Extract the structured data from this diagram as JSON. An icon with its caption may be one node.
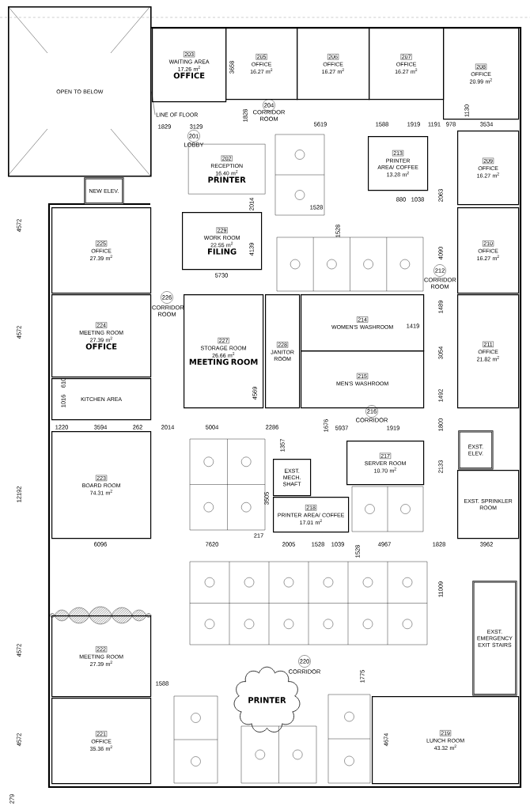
{
  "diagram": {
    "nodes": [
      {
        "text": [
          "OPEN TO BELOW"
        ]
      },
      {
        "text": [
          "LINE OF FLOOR"
        ]
      },
      {
        "text": [
          "NEW ELEV."
        ]
      },
      {
        "text": [
          "203",
          "WAITING AREA",
          "17.26 m$^{2}$",
          "OFFICE"
        ]
      },
      {
        "text": [
          "205",
          "OFFICE",
          "16.27 m$^{2}$"
        ]
      },
      {
        "text": [
          "206",
          "OFFICE",
          "16.27 m$^{2}$"
        ]
      },
      {
        "text": [
          "207",
          "OFFICE",
          "16.27 m$^{2}$"
        ]
      },
      {
        "text": [
          "208",
          "OFFICE",
          "20.99 m$^{2}$"
        ]
      },
      {
        "text": [
          "209",
          "OFFICE",
          "16.27 m$^{2}$"
        ]
      },
      {
        "text": [
          "202",
          "RECEPTION",
          "16.40 m$^{2}$",
          "PRINTER"
        ]
      },
      {
        "text": [
          "213",
          "PRINTER AREA/ COFFEE",
          "13.28 m$^{2}$"
        ]
      },
      {
        "text": [
          "229",
          "WORK ROOM",
          "22.55 m$^{2}$",
          "FILING"
        ]
      },
      {
        "text": [
          "210",
          "OFFICE",
          "16.27 m$^{2}$"
        ]
      },
      {
        "text": [
          "225",
          "OFFICE",
          "27.39 m$^{2}$"
        ]
      },
      {
        "text": [
          "227",
          "STORAGE ROOM",
          "26.66 m$^{2}$",
          "MEETING ROOM"
        ]
      },
      {
        "text": [
          "228",
          "JANITOR ROOM"
        ]
      },
      {
        "text": [
          "214",
          "WOMEN'S WASHROOM"
        ]
      },
      {
        "text": [
          "215",
          "MEN'S WASHROOM"
        ]
      },
      {
        "text": [
          "211",
          "OFFICE",
          "21.82 m$^{2}$"
        ]
      },
      {
        "text": [
          "224",
          "MEETING ROOM",
          "27.39 m$^{2}$",
          "OFFICE"
        ]
      },
      {
        "text": [
          "KITCHEN AREA"
        ]
      },
      {
        "text": [
          "EXST. MECH. SHAFT"
        ]
      },
      {
        "text": [
          "217",
          "SERVER ROOM",
          "10.70 m$^{2}$"
        ]
      },
      {
        "text": [
          "EXST. ELEV."
        ]
      },
      {
        "text": [
          "218",
          "PRINTER AREA/ COFFEE",
          "17.01 m$^{2}$"
        ]
      },
      {
        "text": [
          "EXST. SPRINKLER ROOM"
        ]
      },
      {
        "text": [
          "223",
          "BOARD ROOM",
          "74.31 m$^{2}$"
        ]
      },
      {
        "text": [
          "EXST. EMERGENCY EXIT STAIRS"
        ]
      },
      {
        "text": [
          "222",
          "MEETING ROOM",
          "27.39 m$^{2}$"
        ]
      },
      {
        "text": [
          "PRINTER"
        ]
      },
      {
        "text": [
          "221",
          "OFFICE",
          "35.36 m$^{2}$"
        ]
      },
      {
        "text": [
          "219",
          "LUNCH ROOM",
          "43.32 m$^{2}$"
        ]
      }
    ],
    "edges": [
      {
        "from": 1,
        "to": 0,
        "arrow": "none"
      }
    ],
    "labels": [
      "3658",
      "204",
      "CORRIDOR ROOM",
      "1130",
      "1829",
      "3129",
      "1828",
      "5619",
      "1588",
      "1919",
      "1191",
      "978",
      "3534",
      "201",
      "LOBBY",
      "2014",
      "880",
      "1038",
      "2063",
      "1528",
      "1528",
      "4572",
      "4139",
      "4090",
      "5730",
      "212",
      "CORRIDOR ROOM",
      "226",
      "CORRIDOR ROOM",
      "1489",
      "1419",
      "4572",
      "3054",
      "4569",
      "610",
      "1016",
      "1492",
      "216",
      "CORRIDOR",
      "1220",
      "3594",
      "262",
      "2014",
      "5004",
      "2286",
      "1676",
      "5937",
      "1919",
      "1800",
      "1357",
      "2133",
      "12192",
      "3505",
      "217",
      "6096",
      "7620",
      "2005",
      "1528",
      "1039",
      "1528",
      "4967",
      "1828",
      "3962",
      "11009",
      "4572",
      "220",
      "CORRIDOR",
      "1588",
      "1775",
      "4572",
      "4674",
      "279"
    ]
  }
}
